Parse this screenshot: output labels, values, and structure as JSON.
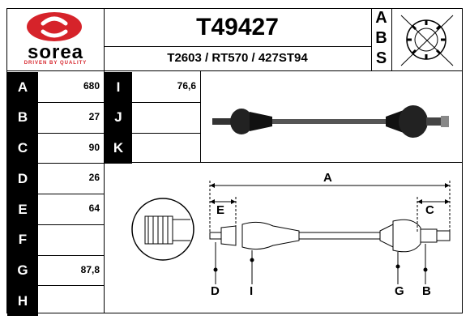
{
  "brand": {
    "name": "sorea",
    "tagline": "DRIVEN BY QUALITY",
    "color": "#d6232a"
  },
  "header": {
    "part_number": "T49427",
    "cross_refs": "T2603 / RT570 / 427ST94",
    "abs_letters": [
      "A",
      "B",
      "S"
    ],
    "abs_icon": "crossed-out-abs-ring-icon"
  },
  "specs_left": [
    {
      "label": "A",
      "value": "680"
    },
    {
      "label": "B",
      "value": "27"
    },
    {
      "label": "C",
      "value": "90"
    },
    {
      "label": "D",
      "value": "26"
    },
    {
      "label": "E",
      "value": "64"
    },
    {
      "label": "F",
      "value": ""
    },
    {
      "label": "G",
      "value": "87,8"
    },
    {
      "label": "H",
      "value": ""
    }
  ],
  "specs_mid": [
    {
      "label": "I",
      "value": "76,6"
    },
    {
      "label": "J",
      "value": ""
    },
    {
      "label": "K",
      "value": ""
    }
  ],
  "diagram": {
    "labels": {
      "A": "A",
      "C": "C",
      "E": "E",
      "D": "D",
      "I": "I",
      "G": "G",
      "B": "B"
    }
  }
}
